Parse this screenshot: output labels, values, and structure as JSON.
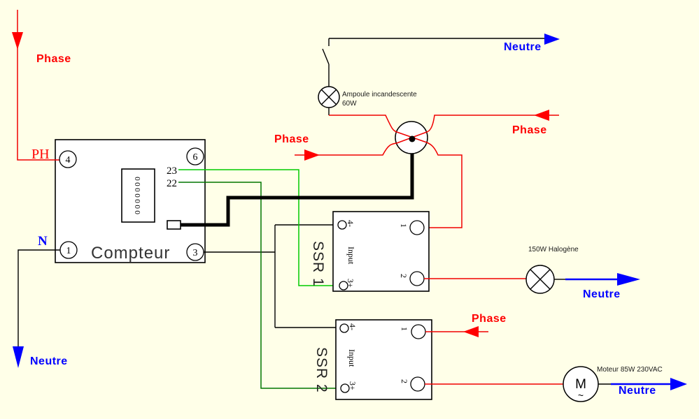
{
  "colors": {
    "background": "#FFFFE8",
    "phase_red": "#FF0000",
    "neutral_blue": "#0000FF",
    "wire_23_green": "#00CC00",
    "wire_22_green": "#007700",
    "wire_black": "#000000"
  },
  "mains": {
    "phase_in_top_left": "Phase",
    "neutre_out_bottom_left": "Neutre",
    "neutre_out_top_right": "Neutre",
    "phase_in_right": "Phase",
    "phase_in_left": "Phase",
    "phase_in_ssr2": "Phase",
    "neutre_out_halogen": "Neutre",
    "neutre_out_motor": "Neutre"
  },
  "meter": {
    "name": "Compteur",
    "terminal_ph": "PH",
    "terminal_n": "N",
    "terminal_4": "4",
    "terminal_6": "6",
    "terminal_1": "1",
    "terminal_3": "3",
    "wire_23": "23",
    "wire_22": "22",
    "display": "0000000"
  },
  "ssr1": {
    "title": "SSR 1",
    "input": "Input",
    "pin_4": "4-",
    "pin_3": "3+",
    "pin_1": "1",
    "pin_2": "2"
  },
  "ssr2": {
    "title": "SSR 2",
    "input": "Input",
    "pin_4": "4-",
    "pin_3": "3+",
    "pin_1": "1",
    "pin_2": "2"
  },
  "loads": {
    "incandescent_name": "Ampoule incandescente",
    "incandescent_power": "60W",
    "halogen": "150W Halogène",
    "motor": "Moteur 85W 230VAC",
    "motor_symbol": "M",
    "motor_wave": "~"
  }
}
